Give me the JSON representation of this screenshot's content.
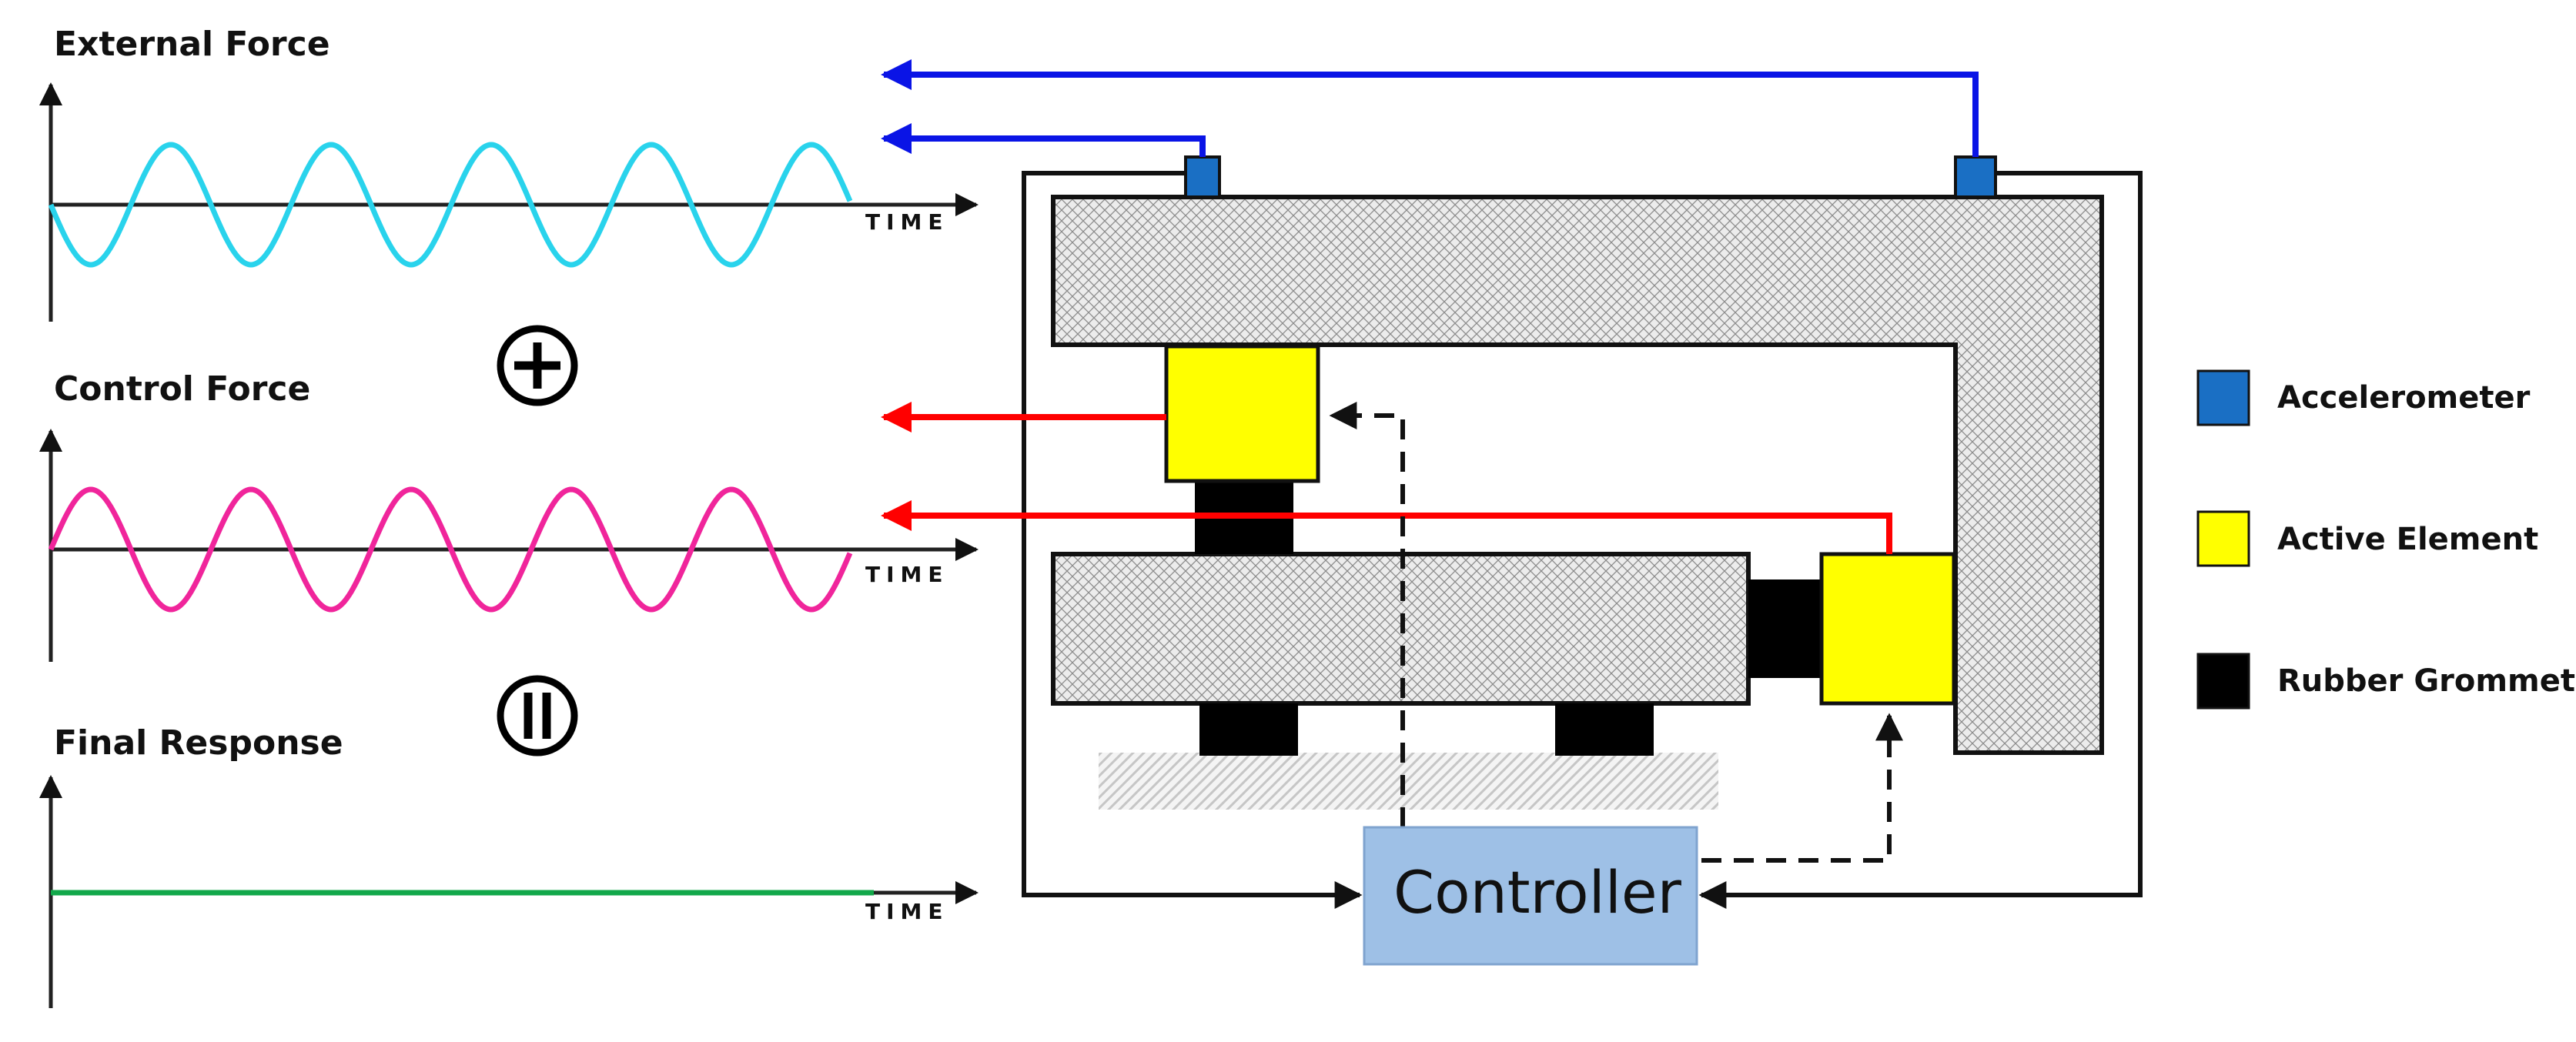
{
  "graphs": [
    {
      "title": "External Force",
      "axis_label": "TIME",
      "color": "#29d3ec",
      "waveform": "sine-inverted"
    },
    {
      "title": "Control Force",
      "axis_label": "TIME",
      "color": "#f0259b",
      "waveform": "sine"
    },
    {
      "title": "Final Response",
      "axis_label": "TIME",
      "color": "#12a84a",
      "waveform": "flat"
    }
  ],
  "operators": {
    "plus_icon": "circled-plus-icon",
    "equals_icon": "circled-equals-icon"
  },
  "device": {
    "controller_label": "Controller"
  },
  "legend": [
    {
      "label": "Accelerometer",
      "color": "#1a6fc4",
      "icon": "square-blue"
    },
    {
      "label": "Active Element",
      "color": "#ffff00",
      "icon": "square-yellow"
    },
    {
      "label": "Rubber Grommet",
      "color": "#000000",
      "icon": "square-black"
    }
  ],
  "colors": {
    "feedback_arrow": "#0a14e6",
    "control_arrow": "#ff0000",
    "controller_fill": "#9ec0e6",
    "hatch_fill": "#cfcfcf"
  }
}
